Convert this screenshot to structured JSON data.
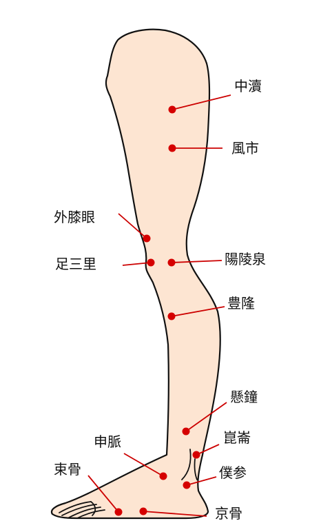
{
  "points": [
    {
      "id": "chutoku",
      "label": "中瀆"
    },
    {
      "id": "fushi",
      "label": "風市"
    },
    {
      "id": "gaishitsugan",
      "label": "外膝眼"
    },
    {
      "id": "ashisanri",
      "label": "足三里"
    },
    {
      "id": "yoryosen",
      "label": "陽陵泉"
    },
    {
      "id": "horyu",
      "label": "豊隆"
    },
    {
      "id": "kensho",
      "label": "懸鐘"
    },
    {
      "id": "konron",
      "label": "崑崙"
    },
    {
      "id": "shinmyaku",
      "label": "申脈"
    },
    {
      "id": "bokushin",
      "label": "僕参"
    },
    {
      "id": "sokkotsu",
      "label": "束骨"
    },
    {
      "id": "keikotsu",
      "label": "京骨"
    }
  ],
  "colors": {
    "skin": "#fde5d2",
    "outline": "#111111",
    "point": "#d50000",
    "leader": "#cc0000"
  }
}
